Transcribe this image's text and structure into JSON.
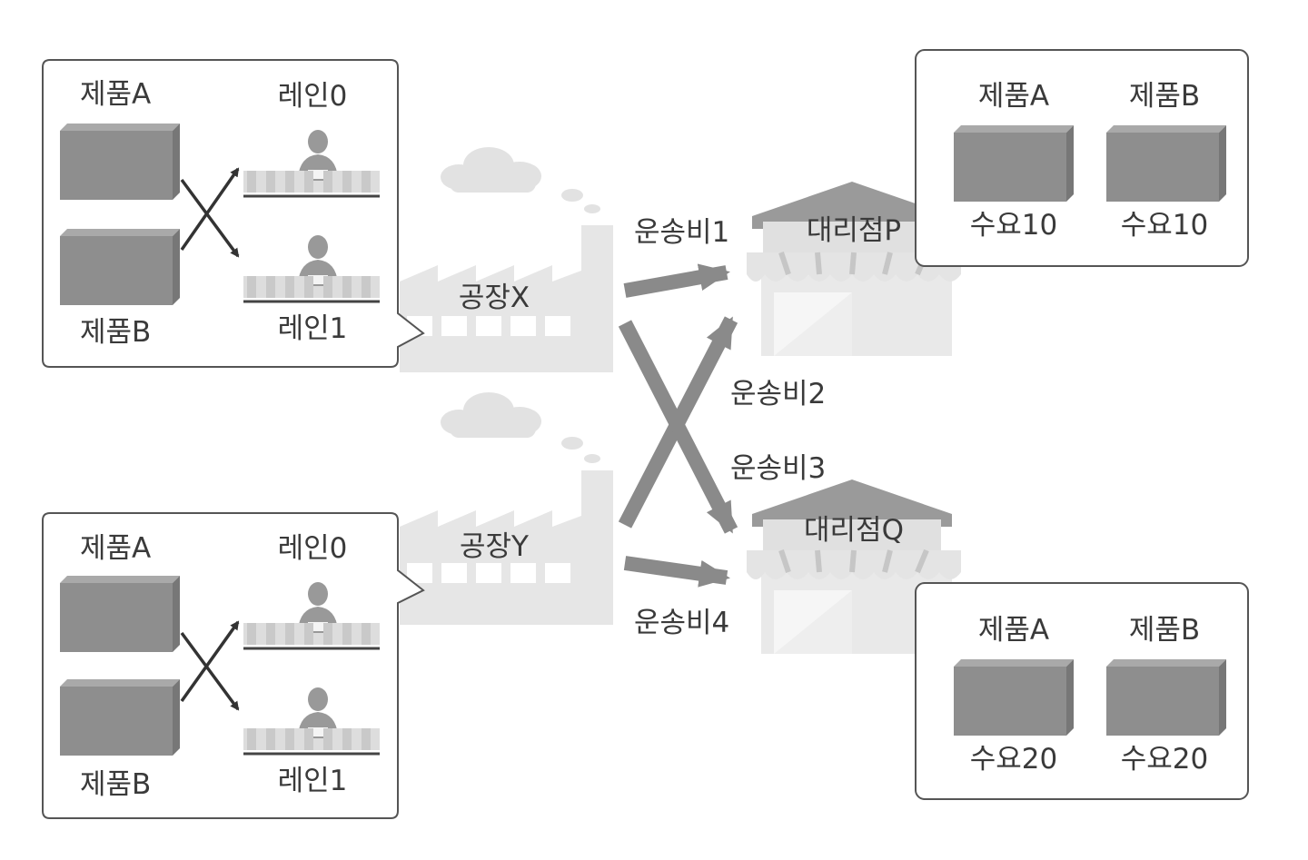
{
  "factory_x": {
    "name": "공장X",
    "product_a": "제품A",
    "product_b": "제품B",
    "lane_0": "레인0",
    "lane_1": "레인1"
  },
  "factory_y": {
    "name": "공장Y",
    "product_a": "제품A",
    "product_b": "제품B",
    "lane_0": "레인0",
    "lane_1": "레인1"
  },
  "store_p": {
    "name": "대리점P",
    "product_a": "제품A",
    "product_b": "제품B",
    "demand_a": "수요10",
    "demand_b": "수요10"
  },
  "store_q": {
    "name": "대리점Q",
    "product_a": "제품A",
    "product_b": "제품B",
    "demand_a": "수요20",
    "demand_b": "수요20"
  },
  "shipping": {
    "cost_1": "운송비1",
    "cost_2": "운송비2",
    "cost_3": "운송비3",
    "cost_4": "운송비4"
  },
  "colors": {
    "box": "#8e8e8e",
    "box_top": "#a9a9a9",
    "box_side": "#777777",
    "factory": "#e6e6e6",
    "cloud": "#e2e2e2",
    "arrow": "#8a8a8a",
    "roof": "#9a9a9a",
    "awning": "#e4e4e4",
    "worker": "#999999"
  }
}
